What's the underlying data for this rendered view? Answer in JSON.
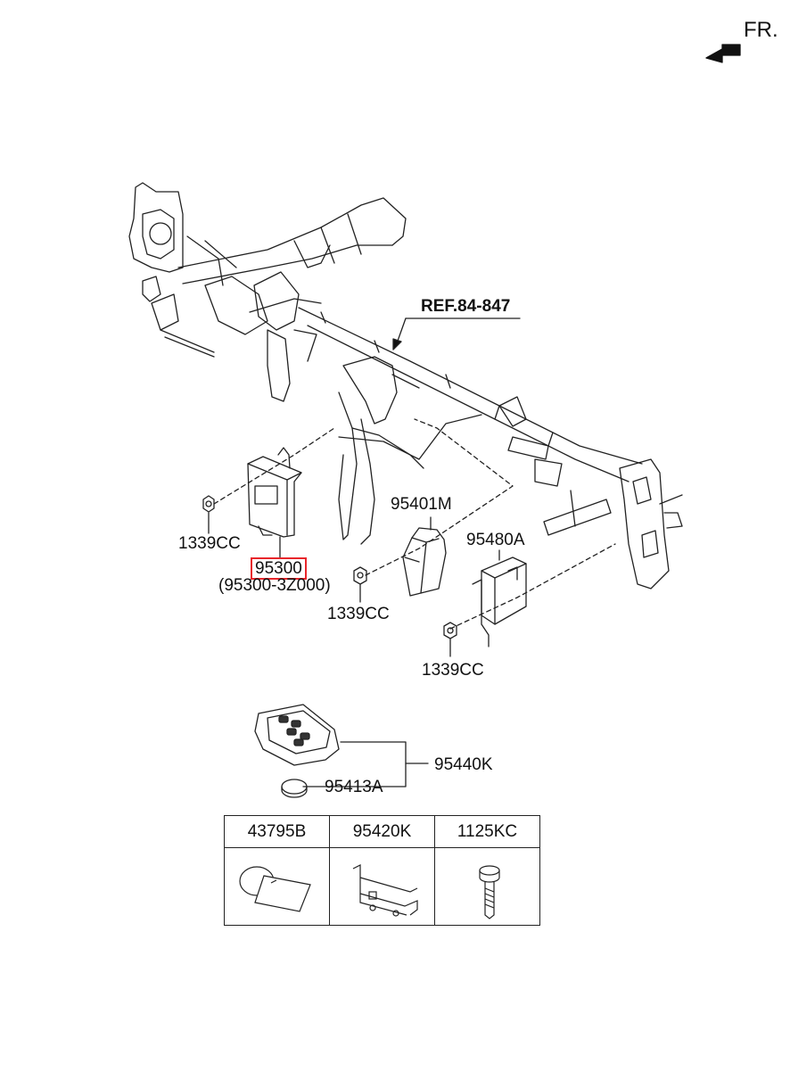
{
  "direction": {
    "label": "FR.",
    "icon": "front-arrow-icon"
  },
  "ref_label": "REF.84-847",
  "parts": {
    "smart_key_unit": {
      "number": "95300",
      "sub_number": "(95300-3Z000)",
      "highlight_color": "#e8262b"
    },
    "nut_left": {
      "number": "1339CC"
    },
    "nut_mid": {
      "number": "1339CC"
    },
    "nut_right": {
      "number": "1339CC"
    },
    "antenna": {
      "number": "95401M"
    },
    "module": {
      "number": "95480A"
    },
    "fob": {
      "number": "95440K"
    },
    "battery": {
      "number": "95413A"
    }
  },
  "table": {
    "headers": [
      "43795B",
      "95420K",
      "1125KC"
    ],
    "icons": [
      "tag-icon",
      "bracket-icon",
      "bolt-icon"
    ]
  }
}
